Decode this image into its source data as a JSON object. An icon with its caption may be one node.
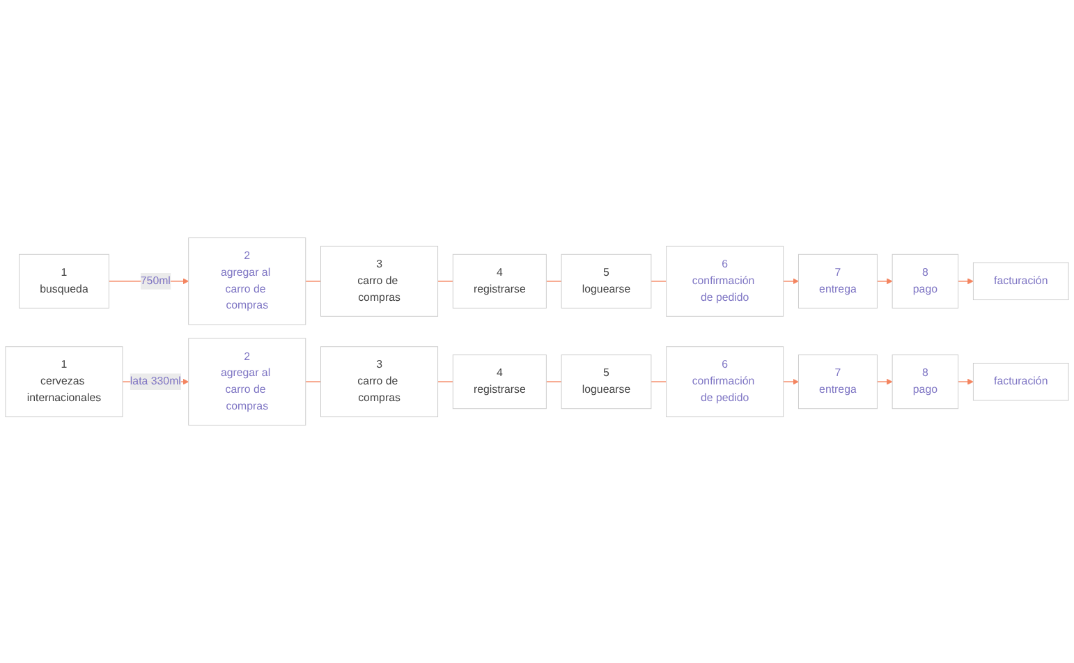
{
  "diagram": {
    "nodes": [
      {
        "text": [
          "1",
          "busqueda"
        ]
      },
      {
        "text": [
          "2",
          "agregar al carro de compras"
        ]
      },
      {
        "text": [
          "3",
          "carro de compras"
        ]
      },
      {
        "text": [
          "4",
          "registrarse"
        ]
      },
      {
        "text": [
          "5",
          "loguearse"
        ]
      },
      {
        "text": [
          "6",
          "confirmación de pedido"
        ]
      },
      {
        "text": [
          "7",
          "entrega"
        ]
      },
      {
        "text": [
          "8",
          "pago"
        ]
      },
      {
        "text": [
          "facturación"
        ]
      },
      {
        "text": [
          "1",
          "cervezas internacionales"
        ]
      },
      {
        "text": [
          "2",
          "agregar al carro de compras"
        ]
      },
      {
        "text": [
          "3",
          "carro de compras"
        ]
      },
      {
        "text": [
          "4",
          "registrarse"
        ]
      },
      {
        "text": [
          "5",
          "loguearse"
        ]
      },
      {
        "text": [
          "6",
          "confirmación de pedido"
        ]
      },
      {
        "text": [
          "7",
          "entrega"
        ]
      },
      {
        "text": [
          "8",
          "pago"
        ]
      },
      {
        "text": [
          "facturación"
        ]
      }
    ],
    "edges": [
      {
        "from": 0,
        "to": 1,
        "arrow": "to",
        "label": "750ml"
      },
      {
        "from": 1,
        "to": 2,
        "arrow": "none"
      },
      {
        "from": 2,
        "to": 3,
        "arrow": "none"
      },
      {
        "from": 3,
        "to": 4,
        "arrow": "none"
      },
      {
        "from": 4,
        "to": 5,
        "arrow": "none"
      },
      {
        "from": 5,
        "to": 6,
        "arrow": "to"
      },
      {
        "from": 6,
        "to": 7,
        "arrow": "to"
      },
      {
        "from": 7,
        "to": 8,
        "arrow": "to"
      },
      {
        "from": 9,
        "to": 10,
        "arrow": "to",
        "label": "lata 330ml"
      },
      {
        "from": 10,
        "to": 11,
        "arrow": "none"
      },
      {
        "from": 11,
        "to": 12,
        "arrow": "none"
      },
      {
        "from": 12,
        "to": 13,
        "arrow": "none"
      },
      {
        "from": 13,
        "to": 14,
        "arrow": "none"
      },
      {
        "from": 14,
        "to": 15,
        "arrow": "to"
      },
      {
        "from": 15,
        "to": 16,
        "arrow": "to"
      },
      {
        "from": 16,
        "to": 17,
        "arrow": "to"
      }
    ]
  }
}
